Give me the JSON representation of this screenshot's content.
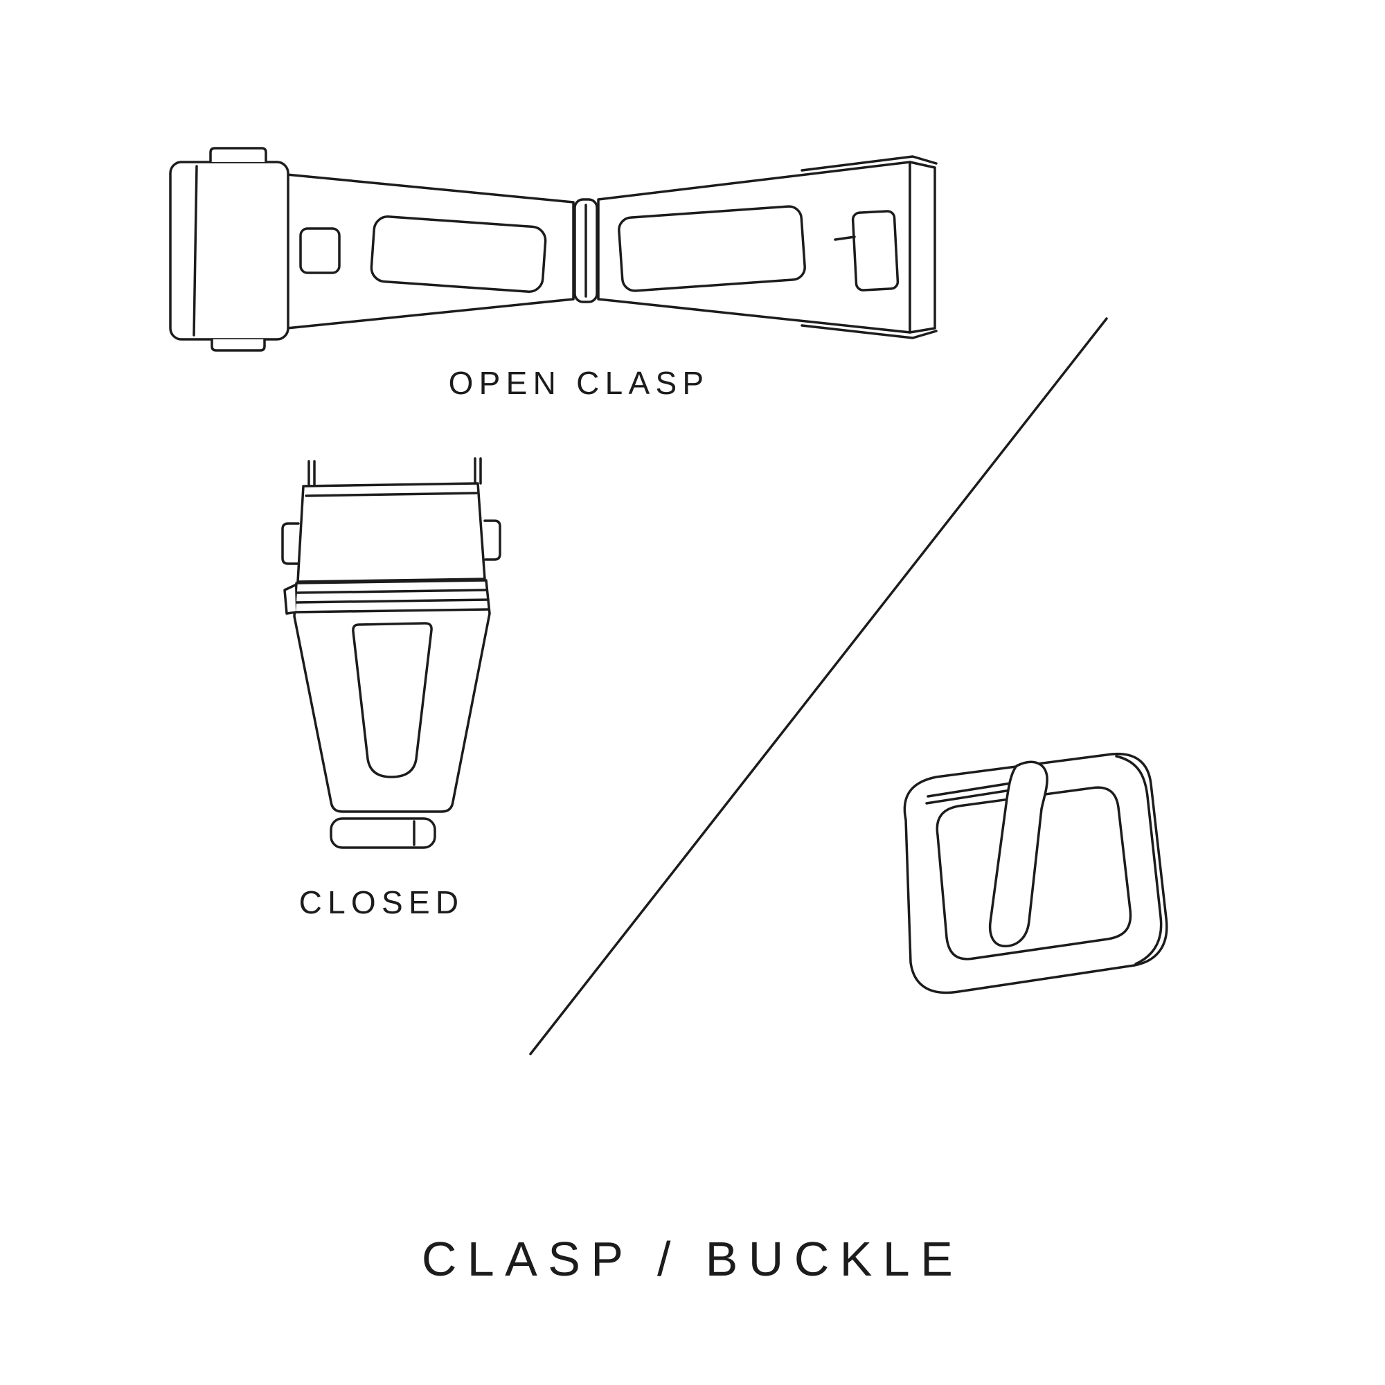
{
  "page": {
    "background_color": "#ffffff",
    "line_color": "#1c1c1c"
  },
  "labels": {
    "open_clasp": "OPEN CLASP",
    "closed": "CLOSED"
  },
  "title": "CLASP / BUCKLE",
  "icons": {
    "open_clasp_illustration": "open-clasp-drawing",
    "closed_clasp_illustration": "closed-clasp-drawing",
    "buckle_illustration": "buckle-drawing",
    "divider": "diagonal-divider-line"
  }
}
